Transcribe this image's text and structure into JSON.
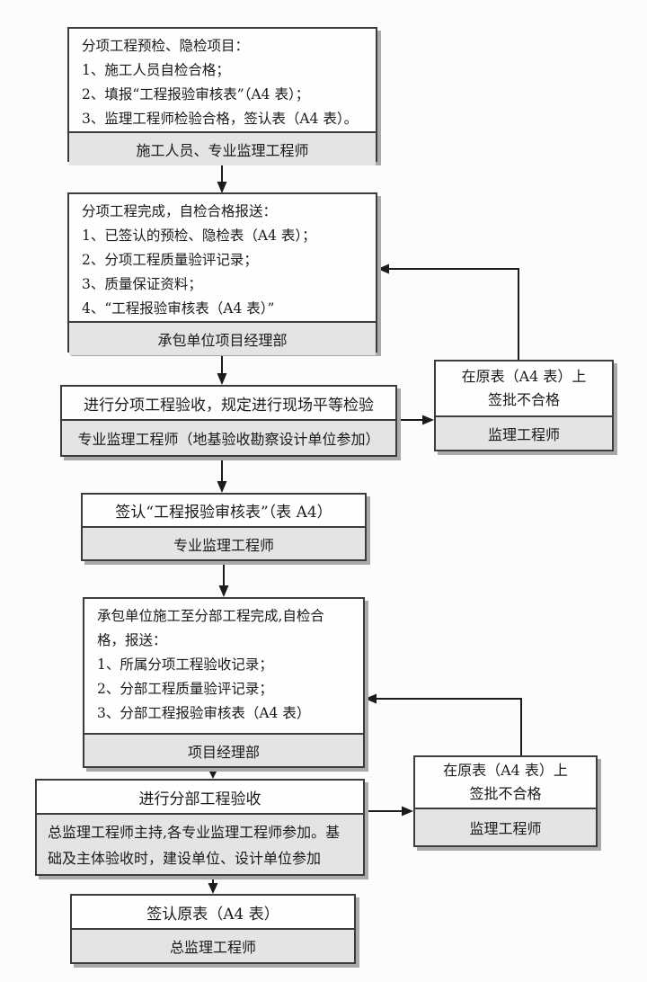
{
  "palette": {
    "background": "#fcfcfc",
    "box_border": "#3c3c3c",
    "box_body_bg": "#fefefe",
    "footer_bg": "#e4e4e4",
    "shadow": "#a9a9a9",
    "arrow": "#1b1b1b",
    "text": "#1a1a1a"
  },
  "flow": {
    "step1": {
      "lines": [
        "分项工程预检、隐检项目：",
        "1、施工人员自检合格；",
        "2、填报“工程报验审核表”（A4 表）；",
        "3、监理工程师检验合格，签认表（A4 表）。"
      ],
      "footer": "施工人员、专业监理工程师"
    },
    "step2": {
      "lines": [
        "分项工程完成，自检合格报送：",
        "1、已签认的预检、隐检表（A4 表）；",
        "2、分项工程质量验评记录；",
        "3、质量保证资料；",
        "4、“工程报验审核表（A4 表）”"
      ],
      "footer": "承包单位项目经理部"
    },
    "step3": {
      "title": "进行分项工程验收，规定进行现场平等检验",
      "footer": "专业监理工程师（地基验收勘察设计单位参加）"
    },
    "step4": {
      "title": "签认“工程报验审核表”（表 A4）",
      "footer": "专业监理工程师"
    },
    "step5": {
      "lines": [
        "承包单位施工至分部工程完成,自检合",
        "格，报送：",
        "1、所属分项工程验收记录；",
        "2、分部工程质量验评记录；",
        "3、分部工程报验审核表（A4 表）"
      ],
      "footer": "项目经理部"
    },
    "step6": {
      "title": "进行分部工程验收",
      "footer_lines": [
        "总监理工程师主持,各专业监理工程师参加。基",
        "础及主体验收时，建设单位、设计单位参加"
      ]
    },
    "step7": {
      "title": "签认原表（A4 表）",
      "footer": "总监理工程师"
    },
    "reject1": {
      "lines": [
        "在原表（A4 表）上",
        "签批不合格"
      ],
      "footer": "监理工程师"
    },
    "reject2": {
      "lines": [
        "在原表（A4 表）上",
        "签批不合格"
      ],
      "footer": "监理工程师"
    }
  }
}
